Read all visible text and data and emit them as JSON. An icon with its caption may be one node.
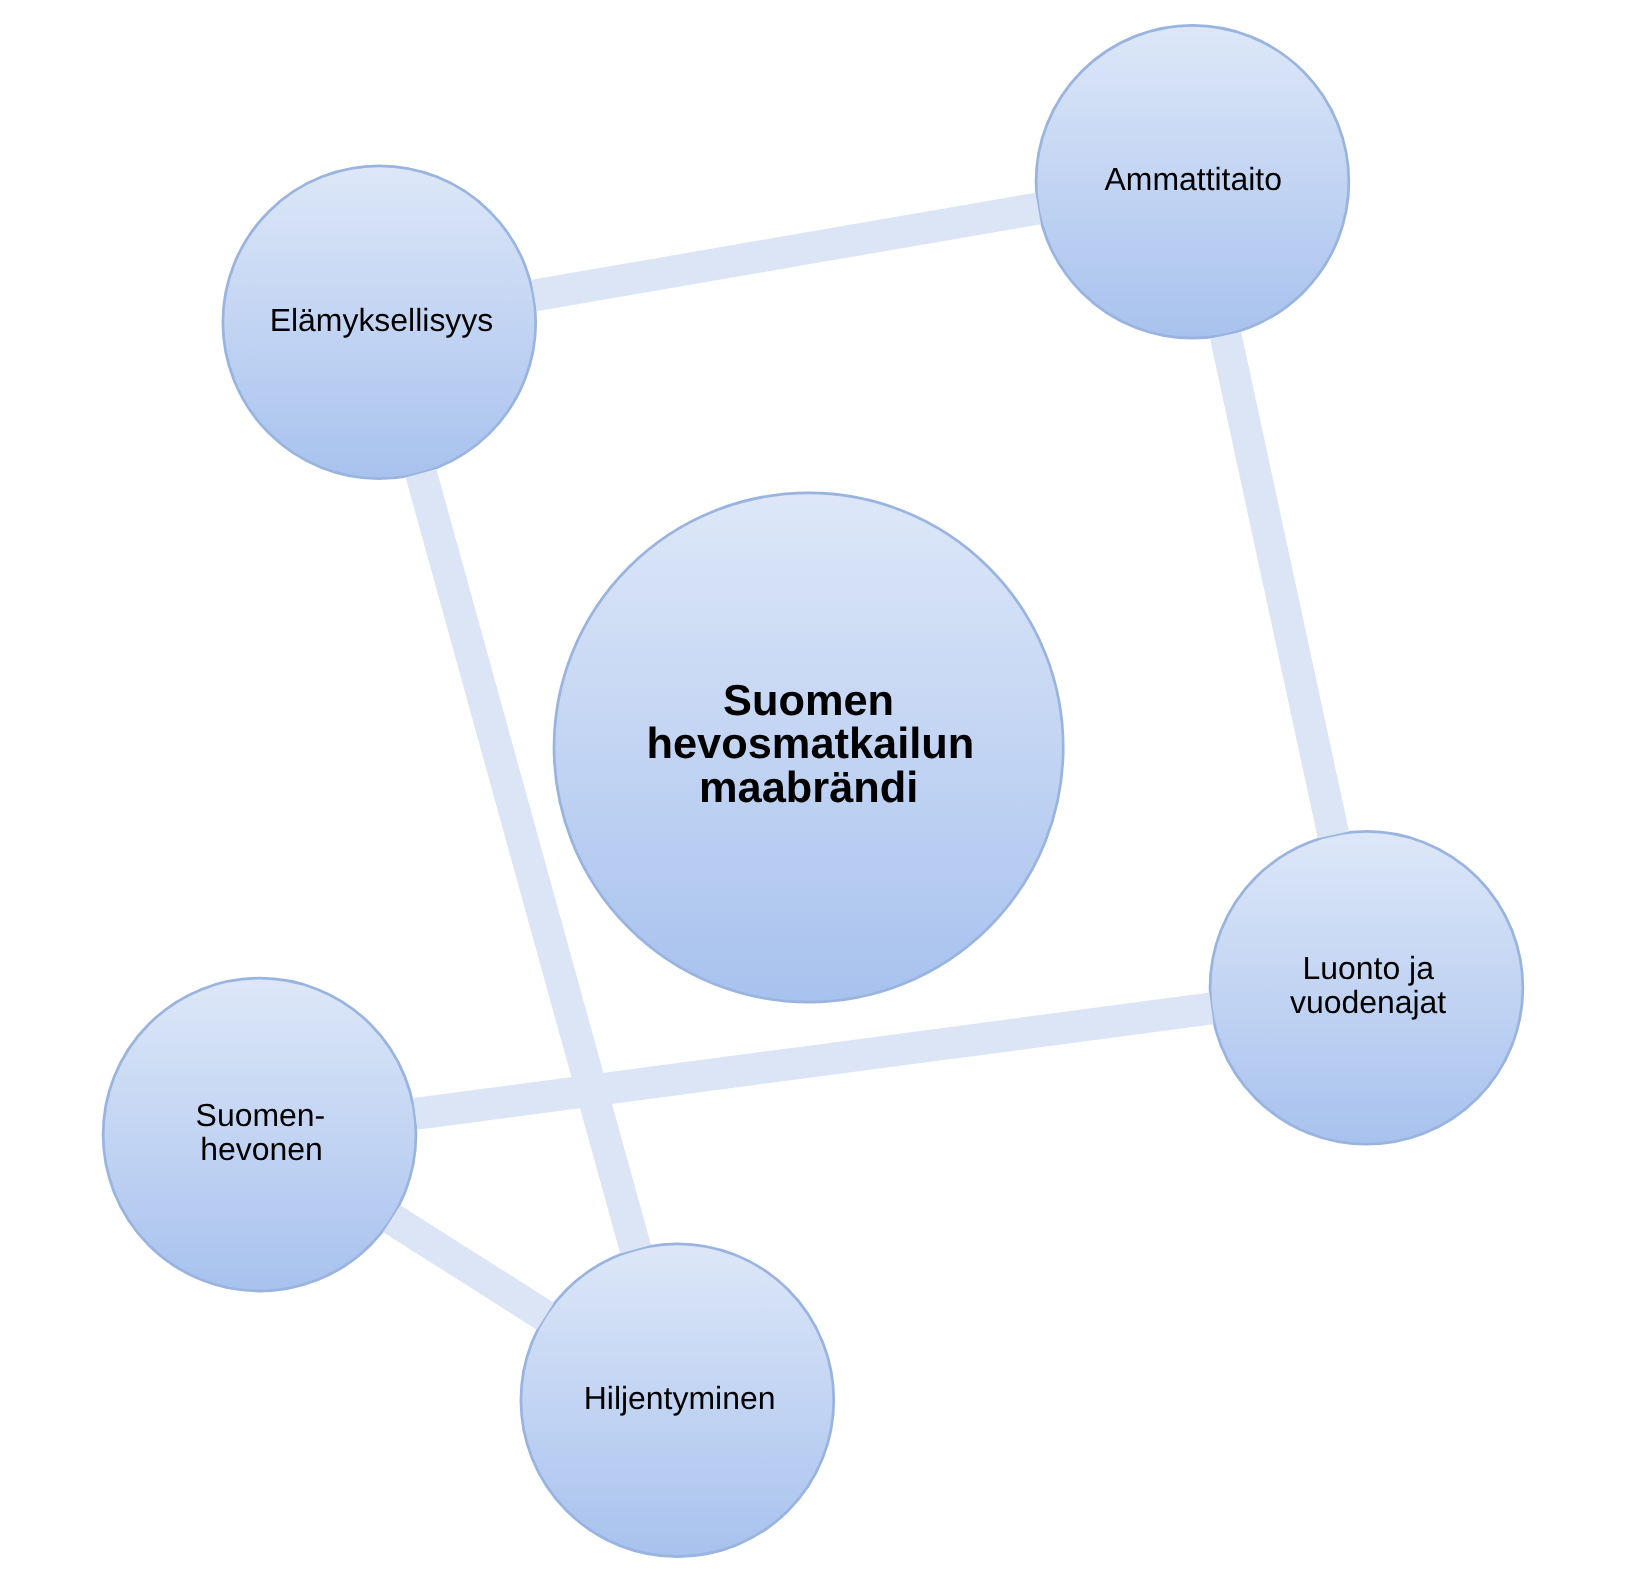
{
  "diagram": {
    "nodes": [
      {
        "text": [
          "Suomen- hevonen"
        ]
      },
      {
        "text": [
          "Luonto ja vuodenajat"
        ]
      },
      {
        "text": [
          "Hiljentyminen"
        ]
      },
      {
        "text": [
          "Suomen hevosmatkailun maabrändi"
        ]
      },
      {
        "text": [
          "Ammattitaito"
        ]
      },
      {
        "text": [
          "Elämyksellisyys"
        ]
      }
    ],
    "edges": [
      {
        "from": 0,
        "to": 2,
        "arrow": "none"
      },
      {
        "from": 2,
        "to": 5,
        "arrow": "none"
      },
      {
        "from": 5,
        "to": 4,
        "arrow": "none"
      },
      {
        "from": 4,
        "to": 1,
        "arrow": "none"
      },
      {
        "from": 1,
        "to": 0,
        "arrow": "none"
      }
    ]
  }
}
